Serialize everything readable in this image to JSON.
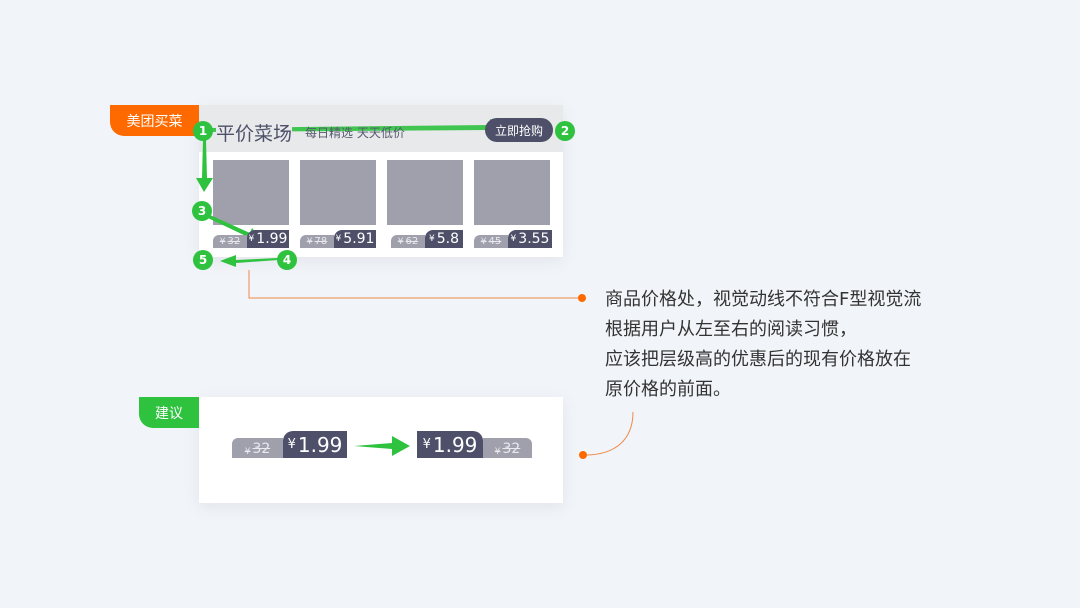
{
  "top_card": {
    "tag": "美团买菜",
    "title": "平价菜场",
    "subtitle": "每日精选 天天低价",
    "button": "立即抢购",
    "currency": "¥",
    "products": [
      {
        "old_price": "32",
        "new_price": "1.99"
      },
      {
        "old_price": "78",
        "new_price": "5.91"
      },
      {
        "old_price": "62",
        "new_price": "5.8"
      },
      {
        "old_price": "45",
        "new_price": "3.55"
      }
    ],
    "flow_steps": [
      "1",
      "2",
      "3",
      "4",
      "5"
    ]
  },
  "note_lines": [
    "商品价格处，视觉动线不符合F型视觉流",
    "根据用户从左至右的阅读习惯，",
    "应该把层级高的优惠后的现有价格放在",
    "原价格的前面。"
  ],
  "suggestion_card": {
    "tag": "建议",
    "currency": "¥",
    "before": {
      "old_price": "32",
      "new_price": "1.99"
    },
    "after": {
      "new_price": "1.99",
      "old_price": "32"
    }
  },
  "colors": {
    "orange": "#ff6a00",
    "green": "#2ec23f",
    "dark_tag": "#4d5068",
    "grey_tag": "#9fa0ab"
  }
}
